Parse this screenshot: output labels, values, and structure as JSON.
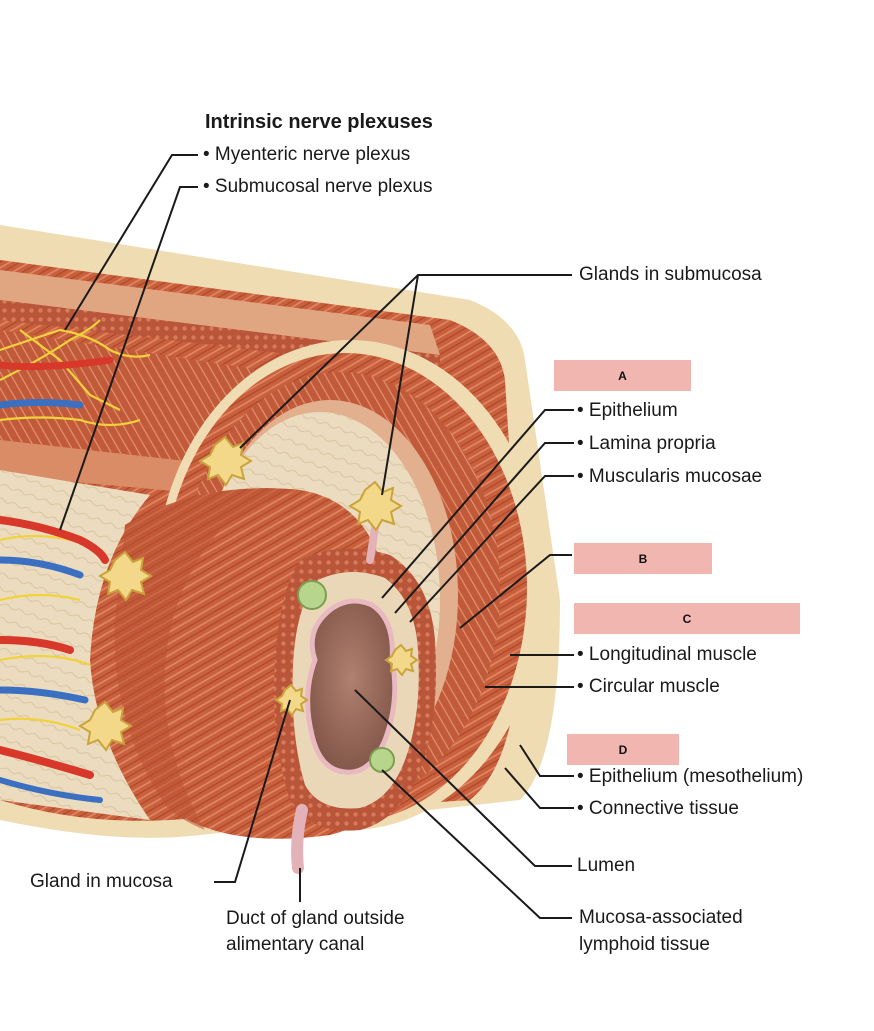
{
  "heading": "Intrinsic nerve plexuses",
  "labels": {
    "myenteric": "• Myenteric nerve plexus",
    "submucosal": "• Submucosal nerve plexus",
    "glands_submucosa": "Glands in submucosa",
    "box_a": "A",
    "epithelium": "• Epithelium",
    "lamina_propria": "• Lamina propria",
    "muscularis_mucosae": "• Muscularis mucosae",
    "box_b": "B",
    "box_c": "C",
    "longitudinal_muscle": "• Longitudinal muscle",
    "circular_muscle": "• Circular muscle",
    "box_d": "D",
    "mesothelium": "• Epithelium (mesothelium)",
    "connective_tissue": "• Connective tissue",
    "lumen": "Lumen",
    "malt_line1": "Mucosa-associated",
    "malt_line2": "lymphoid tissue",
    "gland_mucosa": "Gland in mucosa",
    "duct_line1": "Duct of gland outside",
    "duct_line2": "alimentary canal"
  },
  "colors": {
    "answer_box": "#f2b6b1",
    "muscle": "#c8603f",
    "nerve": "#f2d23a",
    "artery": "#d8382a",
    "vein": "#3b6fc2"
  }
}
